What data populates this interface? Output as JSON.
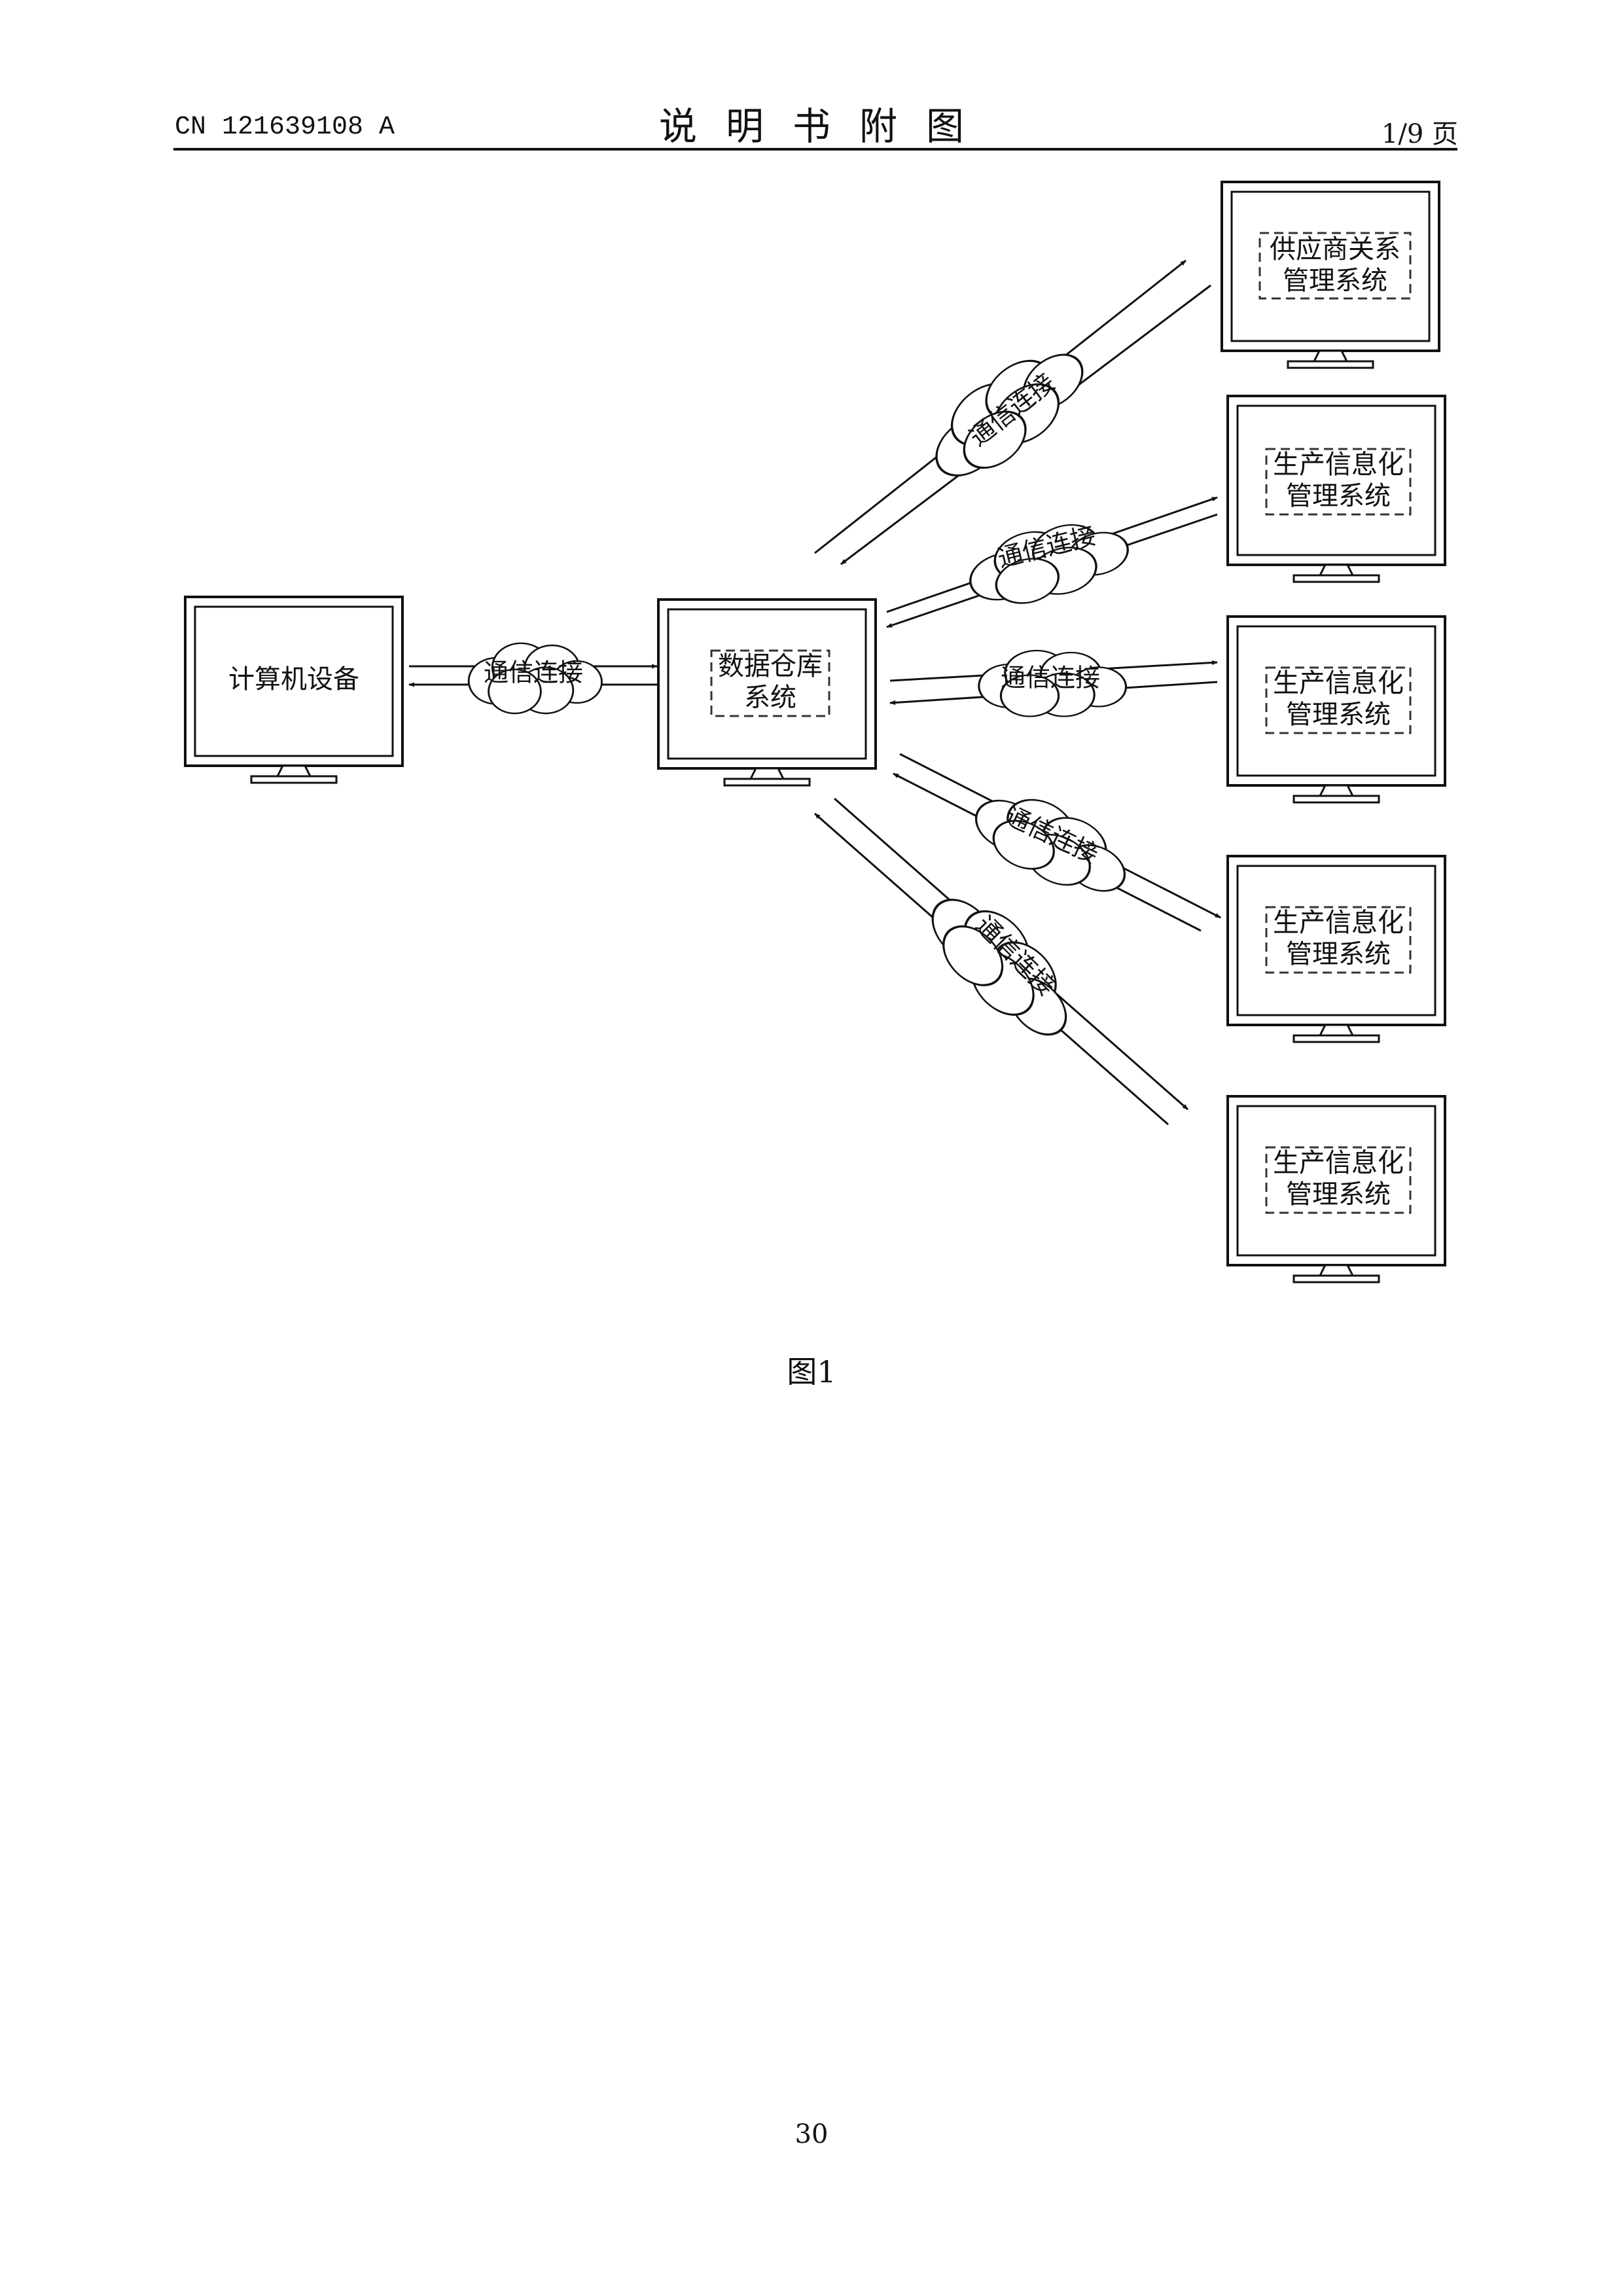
{
  "header": {
    "doc_number": "CN 121639108 A",
    "title": "说明书附图",
    "page_count": "1/9 页"
  },
  "figure": {
    "caption": "图1",
    "computer": "计算机设备",
    "warehouse": [
      "数据仓库",
      "系统"
    ],
    "supplier": [
      "供应商关系",
      "管理系统"
    ],
    "production": [
      "生产信息化",
      "管理系统"
    ],
    "link_label": "通信连接"
  },
  "footer": {
    "page_number": "30"
  }
}
